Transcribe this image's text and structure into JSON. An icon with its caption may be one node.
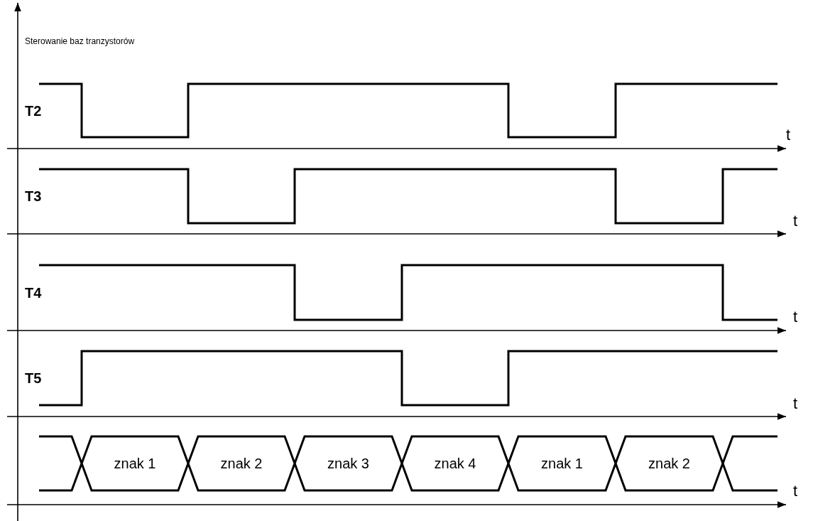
{
  "diagram": {
    "nodes": [
      {
        "text": [
          "znak 1"
        ]
      },
      {
        "text": [
          "znak 2"
        ]
      },
      {
        "text": [
          "znak 3"
        ]
      },
      {
        "text": [
          "znak 4"
        ]
      },
      {
        "text": [
          "znak 1"
        ]
      },
      {
        "text": [
          "znak 2"
        ]
      }
    ],
    "labels": [
      "Sterowanie baz tranzystorów",
      "T2",
      "t",
      "T3",
      "t",
      "T4",
      "t",
      "T5",
      "t",
      "t"
    ]
  }
}
